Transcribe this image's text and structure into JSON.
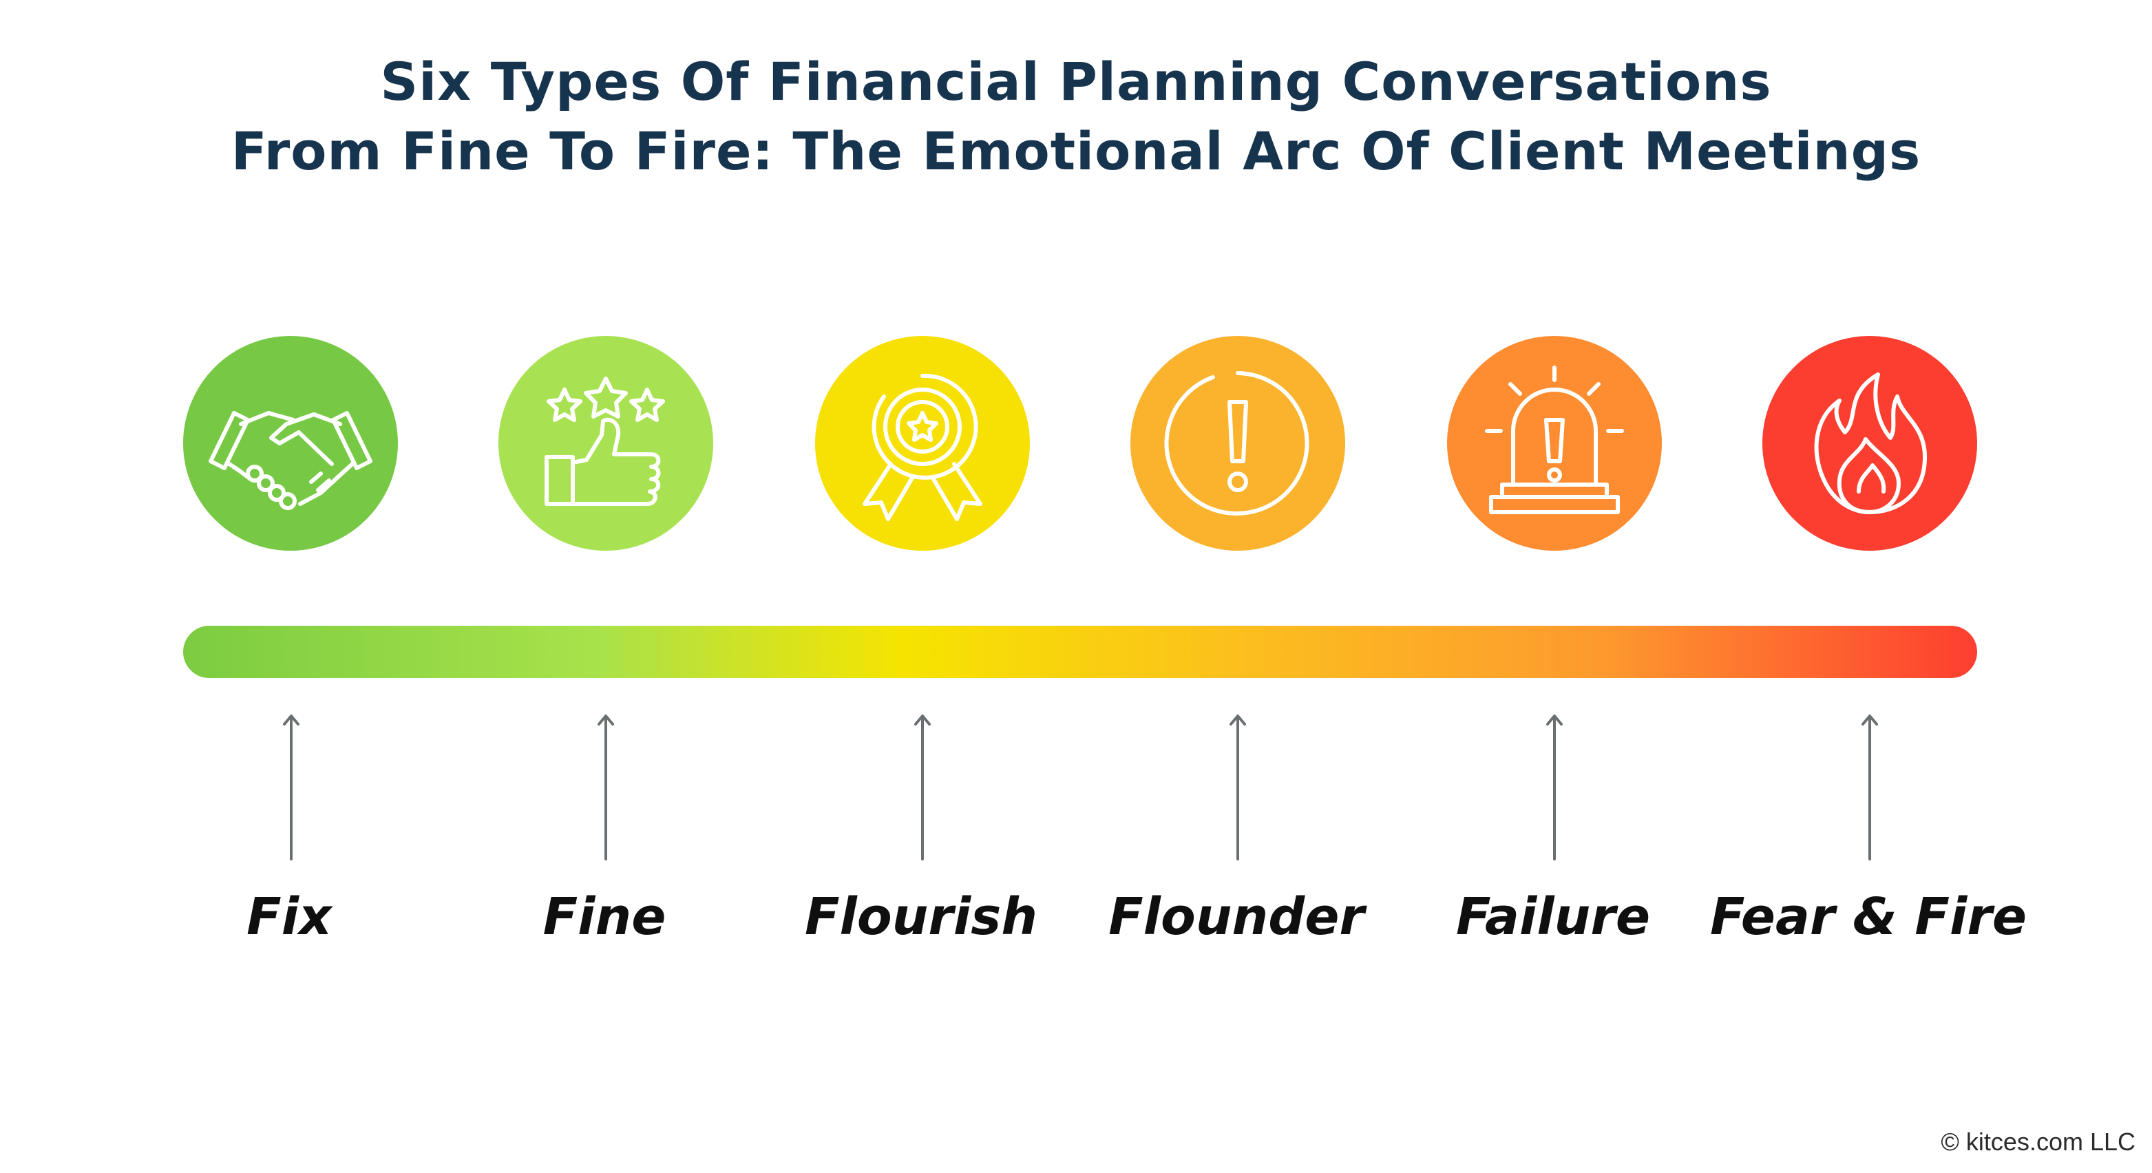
{
  "title": {
    "line1": "Six Types Of Financial Planning Conversations",
    "line2": "From Fine To Fire: The Emotional Arc Of Client Meetings"
  },
  "stages": [
    {
      "label": "Fix",
      "icon": "handshake-icon",
      "color": "#77c945"
    },
    {
      "label": "Fine",
      "icon": "thumbs-up-stars-icon",
      "color": "#a8e152"
    },
    {
      "label": "Flourish",
      "icon": "award-ribbon-icon",
      "color": "#f7e004"
    },
    {
      "label": "Flounder",
      "icon": "exclamation-circle-icon",
      "color": "#fbb22c"
    },
    {
      "label": "Failure",
      "icon": "alarm-siren-icon",
      "color": "#fe8d32"
    },
    {
      "label": "Fear & Fire",
      "icon": "flame-icon",
      "color": "#fc3e31"
    }
  ],
  "gradient_bar": {
    "colors": [
      "#7ccc41",
      "#a8e24a",
      "#f6e400",
      "#fcbd1f",
      "#fd9a2e",
      "#fe3e30"
    ]
  },
  "footer": {
    "copyright": "© kitces.com LLC"
  }
}
